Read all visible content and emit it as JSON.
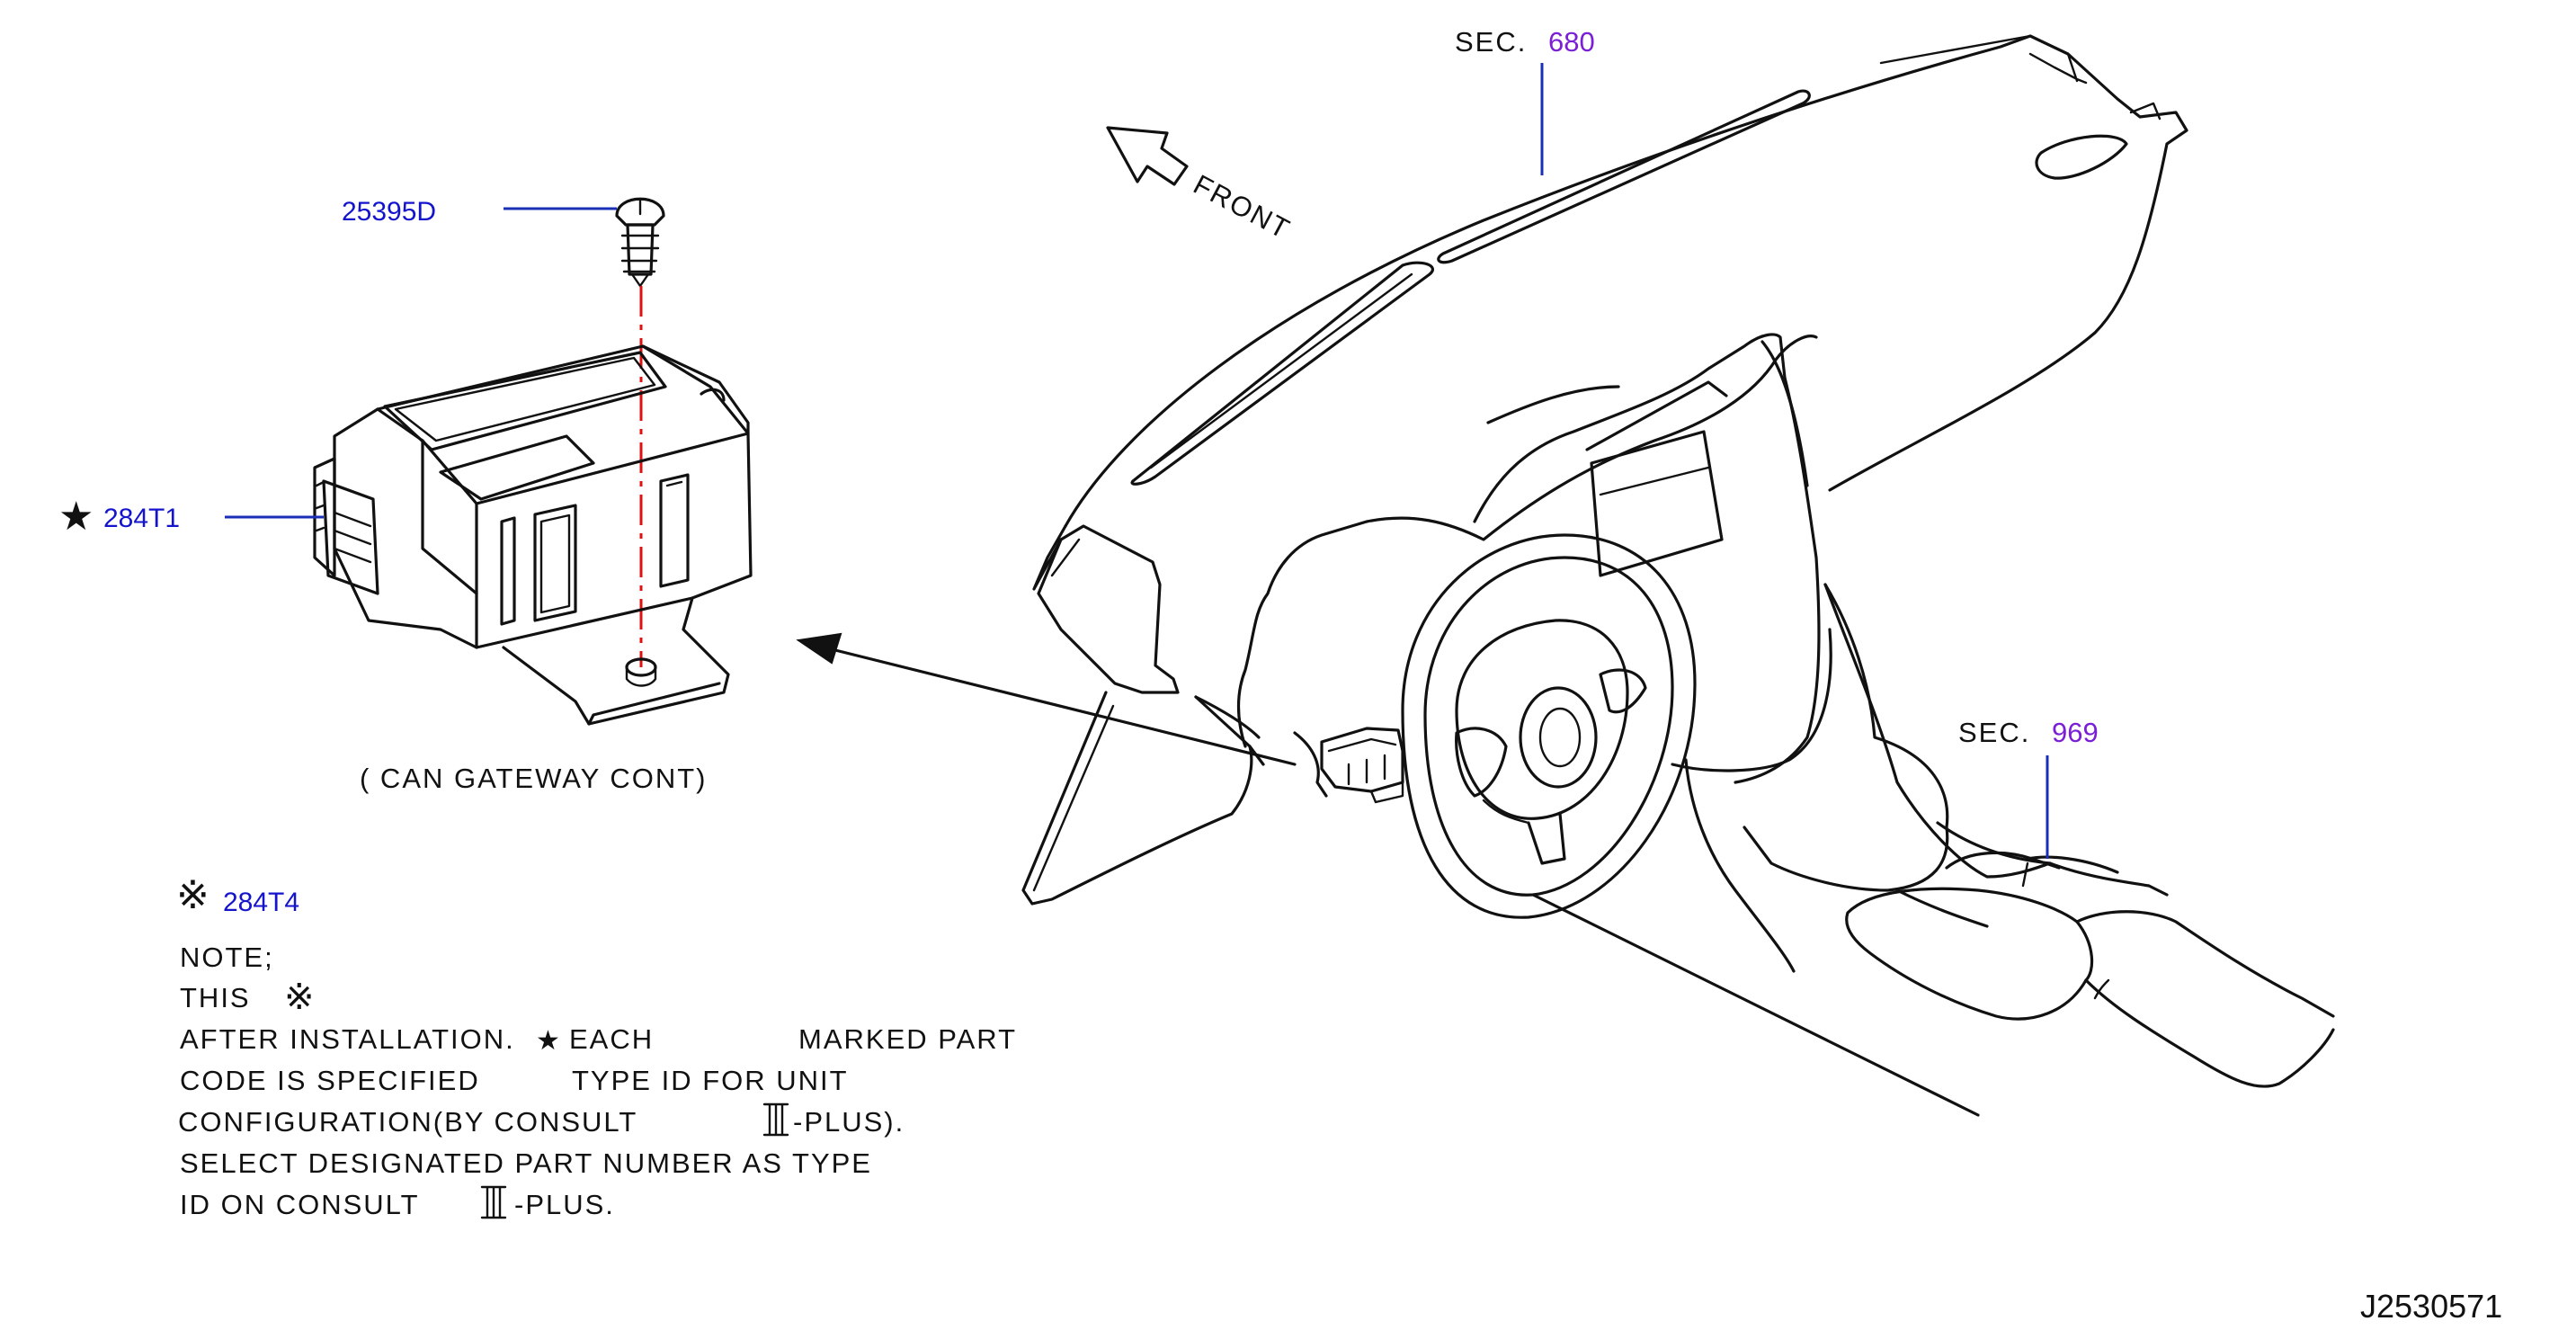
{
  "callouts": {
    "screw_part": "25395D",
    "module_part": "284T1",
    "module_marker": "★",
    "note_part": "284T4",
    "note_marker": "※",
    "module_caption": "(  CAN  GATEWAY  CONT)",
    "front_label": "FRONT",
    "drawing_id": "J2530571"
  },
  "sections": [
    {
      "prefix": "SEC.",
      "number": "680"
    },
    {
      "prefix": "SEC.",
      "number": "969"
    }
  ],
  "note": {
    "heading": "NOTE;",
    "line1_start": "THIS",
    "line1_symbol": "※",
    "line2_start": "AFTER  INSTALLATION.",
    "line2_star": "★",
    "line2_each": "EACH",
    "line2_end": "MARKED  PART",
    "line3_start": "CODE  IS  SPECIFIED",
    "line3_end": "TYPE  ID  FOR  UNIT",
    "line4_start": "CONFIGURATION(BY  CONSULT",
    "line4_end": "-PLUS).",
    "line5": "SELECT  DESIGNATED  PART  NUMBER  AS  TYPE",
    "line6_start": "ID  ON  CONSULT",
    "line6_end": "-PLUS."
  },
  "colors": {
    "ink": "#111111",
    "part_number": "#1414cc",
    "section_number": "#7a1fd6",
    "leader": "#1a2fb8",
    "centerline": "#e01010"
  },
  "icons": [
    "arrow-front-icon",
    "roman-three-icon"
  ]
}
